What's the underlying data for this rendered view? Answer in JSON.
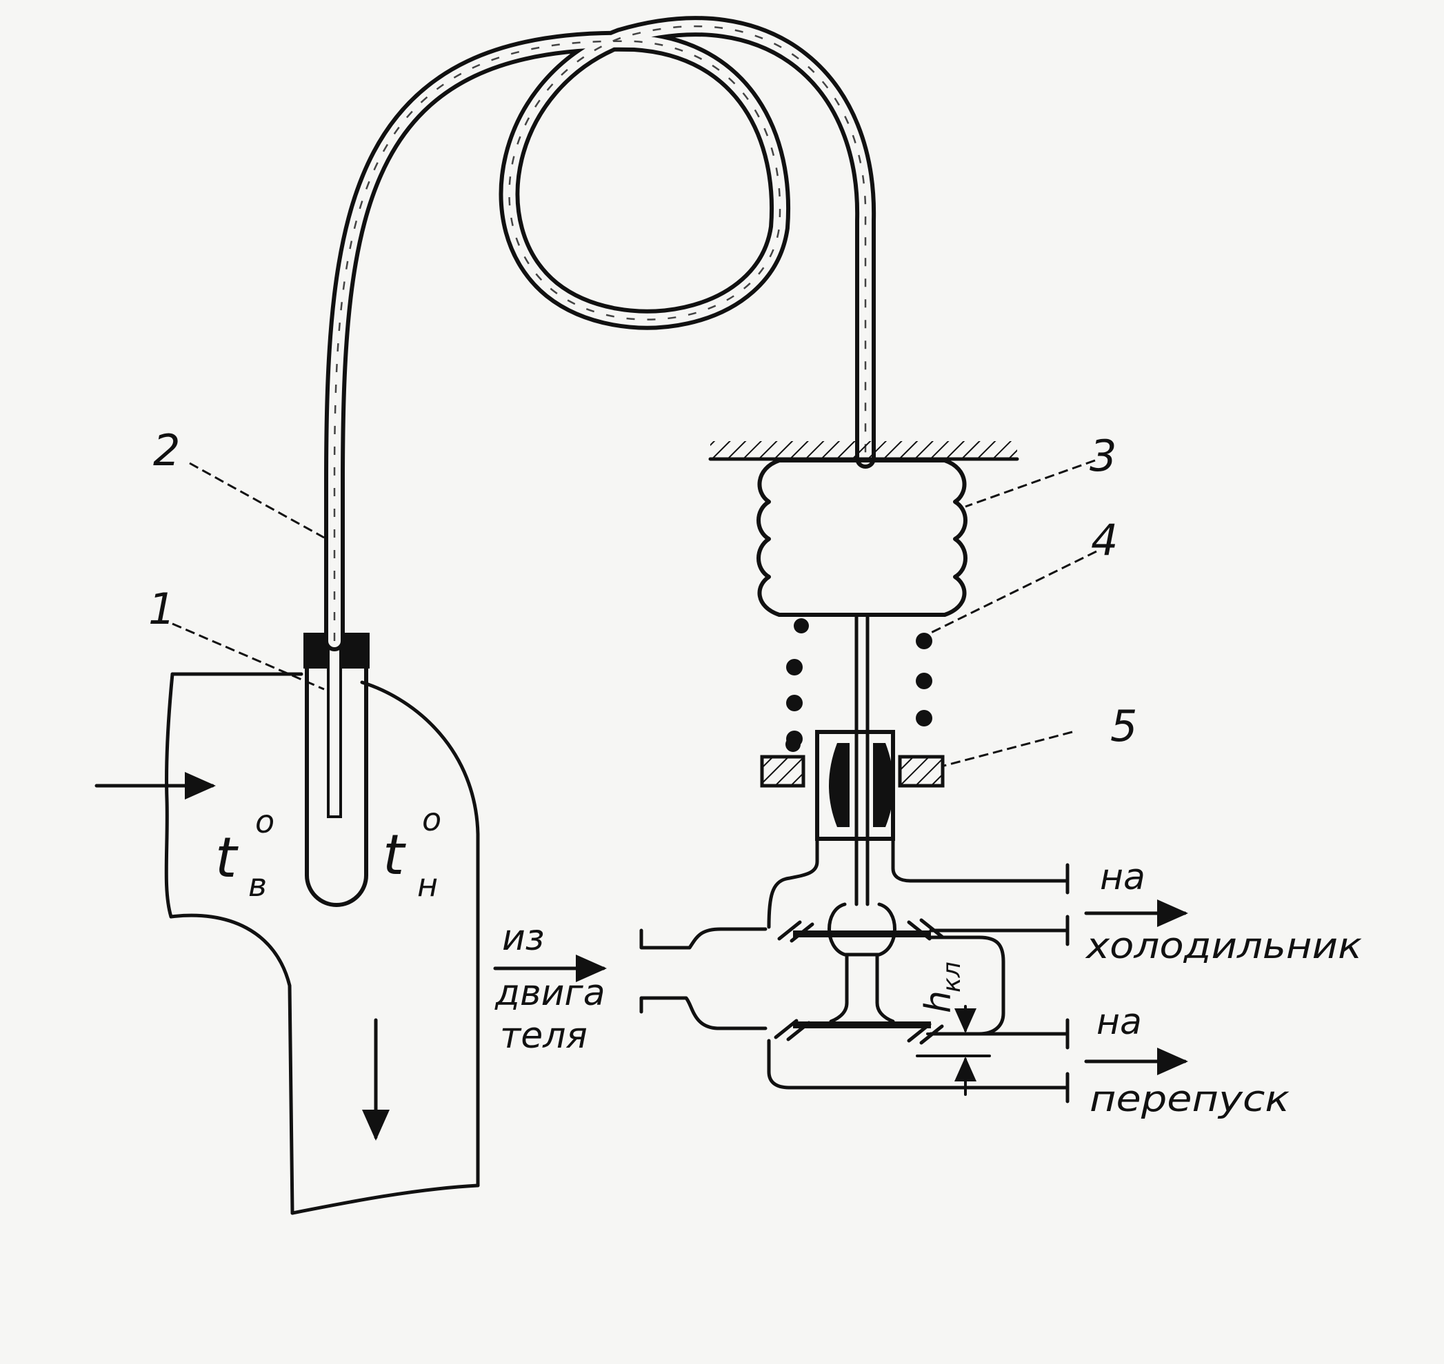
{
  "labels": {
    "part_1": "1",
    "part_2": "2",
    "part_3": "3",
    "part_4": "4",
    "part_5": "5",
    "t_symbol": "t",
    "degree": "o",
    "sub_v": "в",
    "sub_n": "н",
    "h_symbol": "h",
    "h_sub": "кл",
    "from_line1": "из",
    "from_line2": "двига",
    "from_line3": "теля",
    "to_cooler_line1": "на",
    "to_cooler_line2": "холодильник",
    "to_bypass_line1": "на",
    "to_bypass_line2": "перепуск"
  },
  "colors": {
    "ink": "#111111",
    "paper": "#f6f6f4"
  }
}
